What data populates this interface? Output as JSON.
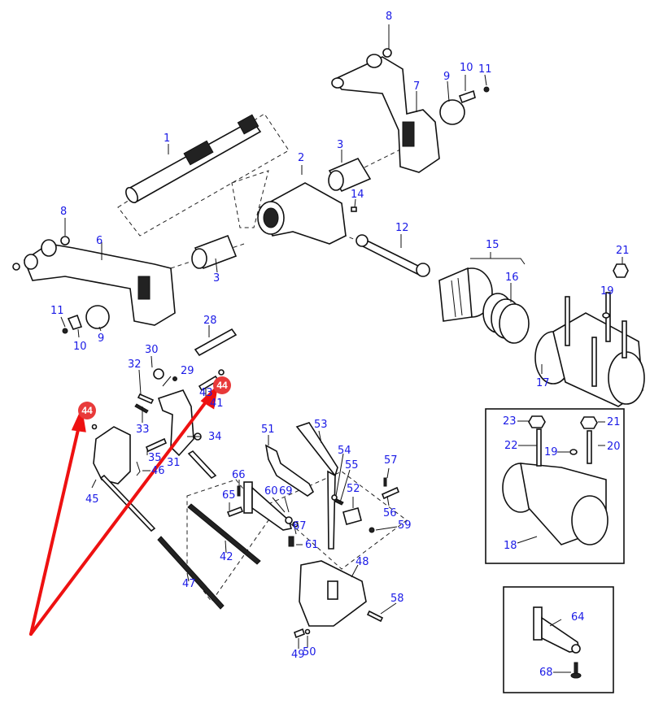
{
  "diagram": {
    "title": "Hydraulic lift linkage exploded parts diagram",
    "label_color": "#1a1ae6",
    "highlight_color": "#e83a3a",
    "highlighted_part": "44",
    "labels": {
      "p1": "1",
      "p2": "2",
      "p3a": "3",
      "p3b": "3",
      "p6": "6",
      "p7": "7",
      "p8a": "8",
      "p8b": "8",
      "p9a": "9",
      "p9b": "9",
      "p10a": "10",
      "p10b": "10",
      "p11a": "11",
      "p11b": "11",
      "p12": "12",
      "p14": "14",
      "p15": "15",
      "p16": "16",
      "p17": "17",
      "p18": "18",
      "p19a": "19",
      "p19b": "19",
      "p20": "20",
      "p21a": "21",
      "p21b": "21",
      "p22": "22",
      "p23": "23",
      "p28": "28",
      "p29": "29",
      "p30": "30",
      "p31": "31",
      "p32": "32",
      "p33": "33",
      "p34": "34",
      "p35": "35",
      "p41": "41",
      "p42": "42",
      "p43": "43",
      "p45": "45",
      "p46": "46",
      "p47": "47",
      "p48": "48",
      "p49": "49",
      "p50": "50",
      "p51": "51",
      "p52": "52",
      "p53": "53",
      "p54": "54",
      "p55": "55",
      "p56": "56",
      "p57": "57",
      "p58": "58",
      "p59": "59",
      "p60": "60",
      "p61": "61",
      "p64": "64",
      "p65": "65",
      "p66": "66",
      "p67": "67",
      "p68": "68",
      "p69": "69"
    },
    "callouts": [
      {
        "label": "44"
      },
      {
        "label": "44"
      }
    ],
    "insets": [
      {
        "name": "cylinder-variant",
        "parts": [
          "18",
          "19",
          "20",
          "21",
          "22",
          "23"
        ]
      },
      {
        "name": "bracket-variant",
        "parts": [
          "64",
          "68"
        ]
      }
    ]
  }
}
